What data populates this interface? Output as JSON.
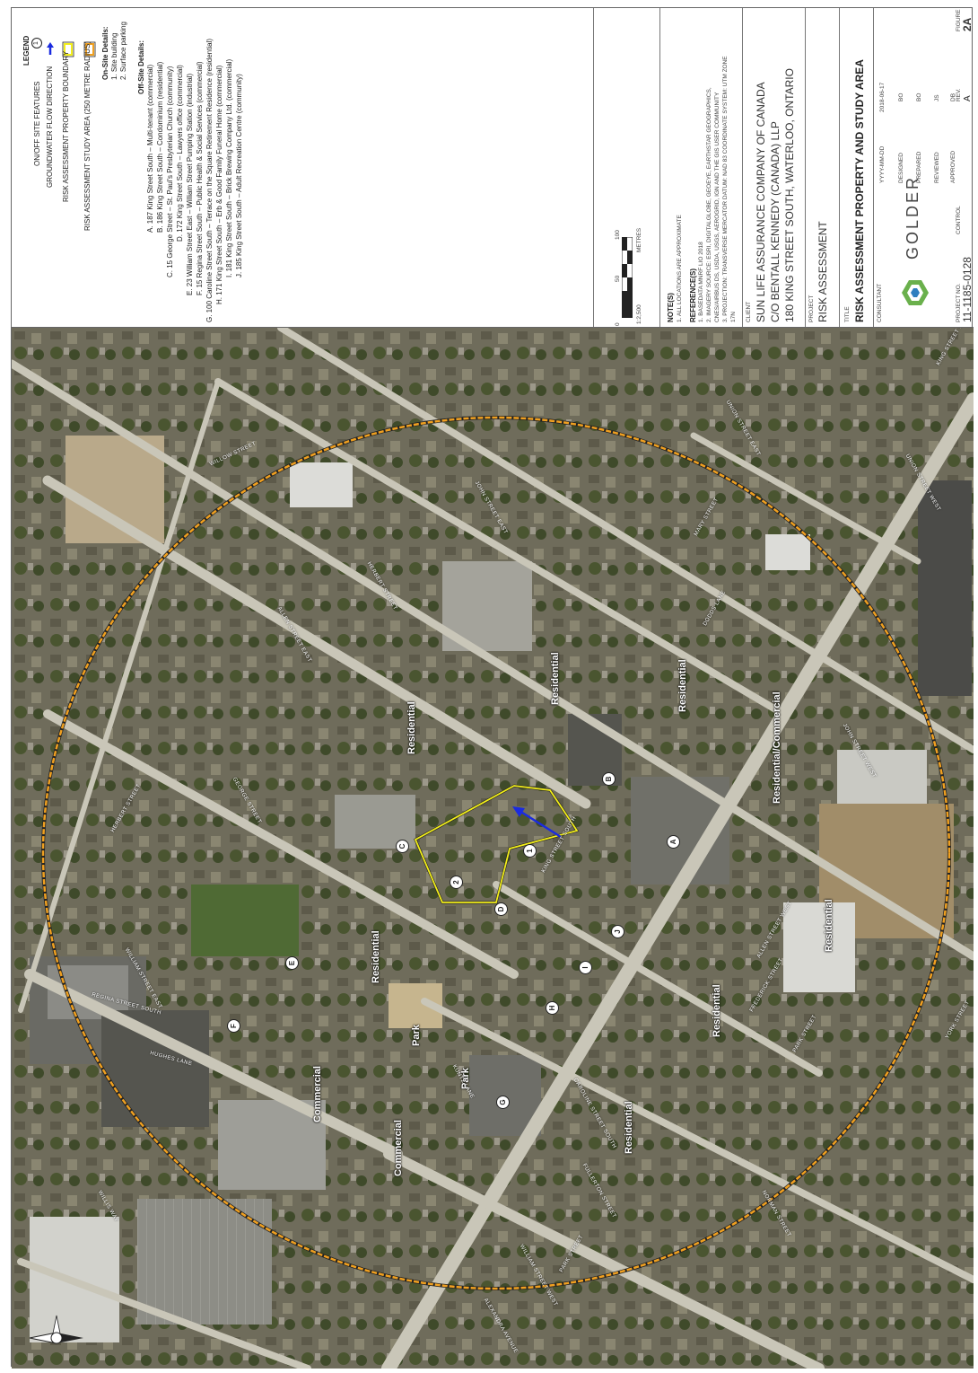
{
  "legend": {
    "heading": "LEGEND",
    "items": [
      {
        "symbol": "1",
        "label": "ON/OFF SITE FEATURES"
      },
      {
        "symbol": "arrow",
        "label": "GROUNDWATER FLOW DIRECTION"
      },
      {
        "symbol": "yellow-box",
        "label": "RISK ASSESSMENT PROPERTY BOUNDARY"
      },
      {
        "symbol": "orange-box",
        "label": "RISK ASSESSMENT STUDY AREA (250 METRE RADIUS)"
      }
    ],
    "onsite_heading": "On-Site Details:",
    "onsite": [
      "1.   Site building",
      "2.   Surface parking"
    ],
    "offsite_heading": "Off-Site Details:",
    "offsite": [
      "A.  187 King Street South – Multi-tenant  (commercial)",
      "B.  186 King Street South – Condominium  (residential)",
      "C.  15 George Street – St. Paul's Presbyterian Church (community)",
      "D.  172 King Street South – Lawyers office (commercial)",
      "E.  23 William Street East – William Street Pumping Station (industrial)",
      "F.  15 Regina Street South – Public Health & Social Services (commercial)",
      "G.  100 Caroline Street South – Terrace on the Square Retirement Residence (residential)",
      "H.  171 King Street South – Erb & Good Family Funeral Home (commercial)",
      "I.   181 King Street South – Brick Brewing Company Ltd. (commercial)",
      "J.   185 King Street South – Adult Recreation Centre (community)"
    ]
  },
  "scale": {
    "ticks": [
      "0",
      "50",
      "100"
    ],
    "ratio": "1:2,500",
    "unit": "METRES"
  },
  "notes": {
    "heading": "NOTE(S)",
    "text": "1. ALL LOCATIONS ARE APPROXIMATE"
  },
  "references": {
    "heading": "REFERENCE(S)",
    "lines": [
      "1. BASEDATA MNRF LIO 2018",
      "2. IMAGERY SOURCE: ESRI, DIGITALGLOBE, GEOEYE, EARTHSTAR GEOGRAPHICS,",
      "CNES/AIRBUS DS, USDA, USGS, AEROGRID, IGN AND THE GIS USER COMMUNITY",
      "3. PROJECTION: TRANSVERSE MERCATOR DATUM: NAD 83 COORDINATE SYSTEM: UTM ZONE",
      "17N"
    ]
  },
  "client": {
    "label": "CLIENT",
    "lines": [
      "SUN LIFE ASSURANCE COMPANY OF CANADA",
      "C/O BENTALL KENNEDY (CANADA) LLP",
      "180 KING STREET SOUTH, WATERLOO, ONTARIO"
    ]
  },
  "project": {
    "label": "PROJECT",
    "value": "RISK ASSESSMENT"
  },
  "title": {
    "label": "TITLE",
    "value": "RISK ASSESSMENT PROPERTY AND STUDY AREA"
  },
  "consultant": {
    "label": "CONSULTANT",
    "brand": "GOLDER",
    "rows": [
      {
        "k": "YYYY-MM-DD",
        "v": "2018-06-17"
      },
      {
        "k": "DESIGNED",
        "v": "BO"
      },
      {
        "k": "PREPARED",
        "v": "BO"
      },
      {
        "k": "REVIEWED",
        "v": "JS"
      },
      {
        "k": "APPROVED",
        "v": "DB"
      }
    ]
  },
  "footer": {
    "project_no_label": "PROJECT NO.",
    "project_no": "11-1185-0128",
    "control_label": "CONTROL",
    "rev_label": "REV.",
    "rev": "A",
    "figure_label": "FIGURE",
    "figure": "2A"
  },
  "map": {
    "zones": [
      "Residential",
      "Residential",
      "Residential",
      "Residential",
      "Residential/Commercial",
      "Residential",
      "Residential",
      "Residential",
      "Commercial",
      "Commercial",
      "Park",
      "Park"
    ],
    "streets": [
      "WILLOW STREET",
      "HERBERT STREET",
      "ALLEN STREET EAST",
      "JOHN STREET EAST",
      "MARY STREET",
      "DODDS LANE",
      "UNION STREET EAST",
      "UNION STREET WEST",
      "KING STREET NORTH",
      "JOHN STREET WEST",
      "GEORGE STREET",
      "KING STREET SOUTH",
      "HERBERT STREET",
      "WILLIAM STREET EAST",
      "REGINA STREET SOUTH",
      "HUGHES LANE",
      "ALLEN STREET WEST",
      "FREDERICK STREET",
      "PARK STREET",
      "KUNTZ LANE",
      "CAROLINE STREET SOUTH",
      "FULLERTON STREET",
      "WILLIAM STREET WEST",
      "NORMAN STREET",
      "PARK STREET",
      "ALEXANDRA AVENUE",
      "WILLIS WAY",
      "YORK STREET"
    ],
    "markers": [
      "1",
      "2",
      "A",
      "B",
      "C",
      "D",
      "E",
      "F",
      "G",
      "H",
      "I",
      "J"
    ]
  },
  "colors": {
    "study_area": "#f0a020",
    "property": "#f2ee1a",
    "flow": "#1a2be0",
    "golder_green": "#6ab04c"
  }
}
